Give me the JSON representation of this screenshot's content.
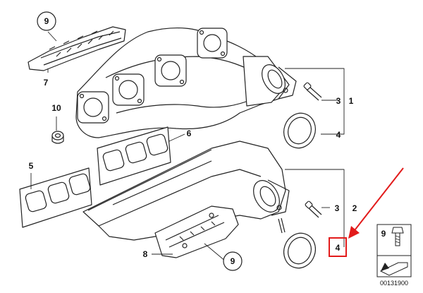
{
  "callouts": {
    "c9_top": "9",
    "c7": "7",
    "c10": "10",
    "c6": "6",
    "c5": "5",
    "c8": "8",
    "c9_bottom": "9",
    "c3_upper": "3",
    "c1": "1",
    "c4_upper": "4",
    "c3_lower": "3",
    "c2": "2",
    "c4_lower": "4"
  },
  "legend": {
    "number": "9",
    "part_code": "00131900"
  },
  "colors": {
    "line": "#222222",
    "highlight": "#e21b1b"
  },
  "icons": [
    "exhaust-manifold-upper",
    "exhaust-manifold-lower",
    "heat-shield",
    "manifold-gasket",
    "sealing-ring",
    "stud-bolt",
    "nut",
    "arrow-indicator"
  ]
}
